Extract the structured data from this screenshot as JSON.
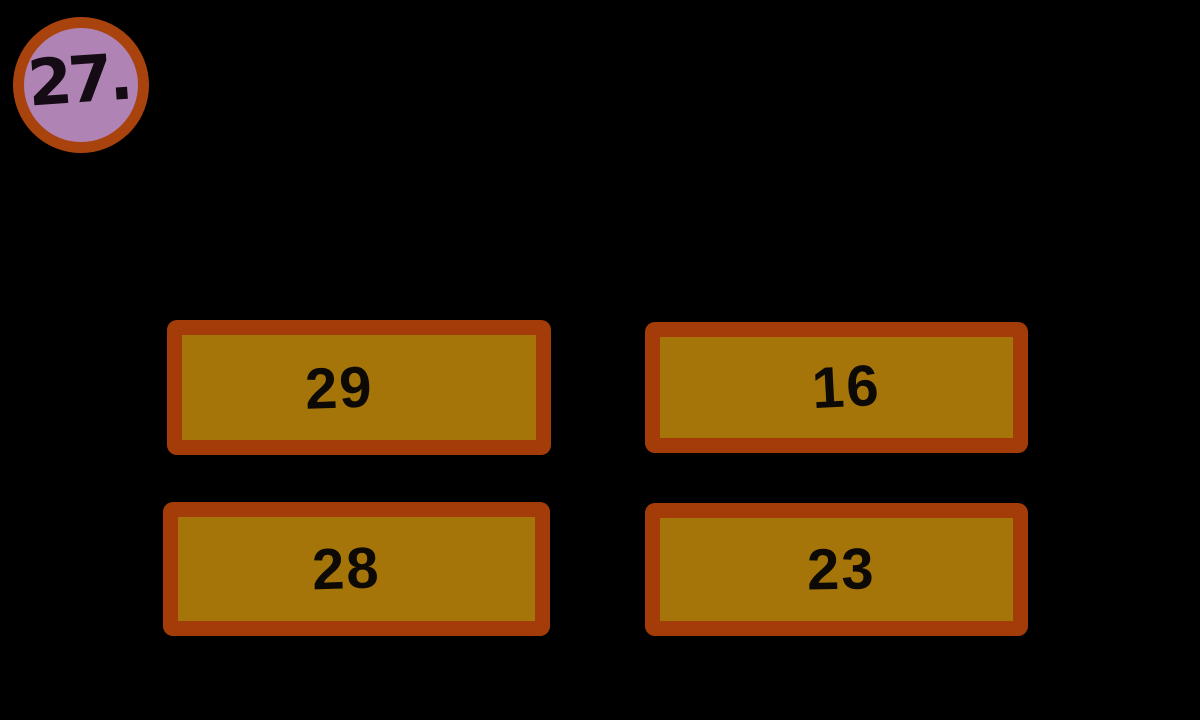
{
  "colors": {
    "page_bg": "#000000",
    "badge_fill": "#b083b5",
    "badge_border": "#a9430e",
    "badge_text": "#140b14",
    "answer_fill": "#a5750a",
    "answer_border": "#a43c0a",
    "answer_text": "#0d0a05"
  },
  "question_badge": {
    "label": "27."
  },
  "answers": {
    "options": [
      {
        "label": "29"
      },
      {
        "label": "16"
      },
      {
        "label": "28"
      },
      {
        "label": "23"
      }
    ]
  }
}
